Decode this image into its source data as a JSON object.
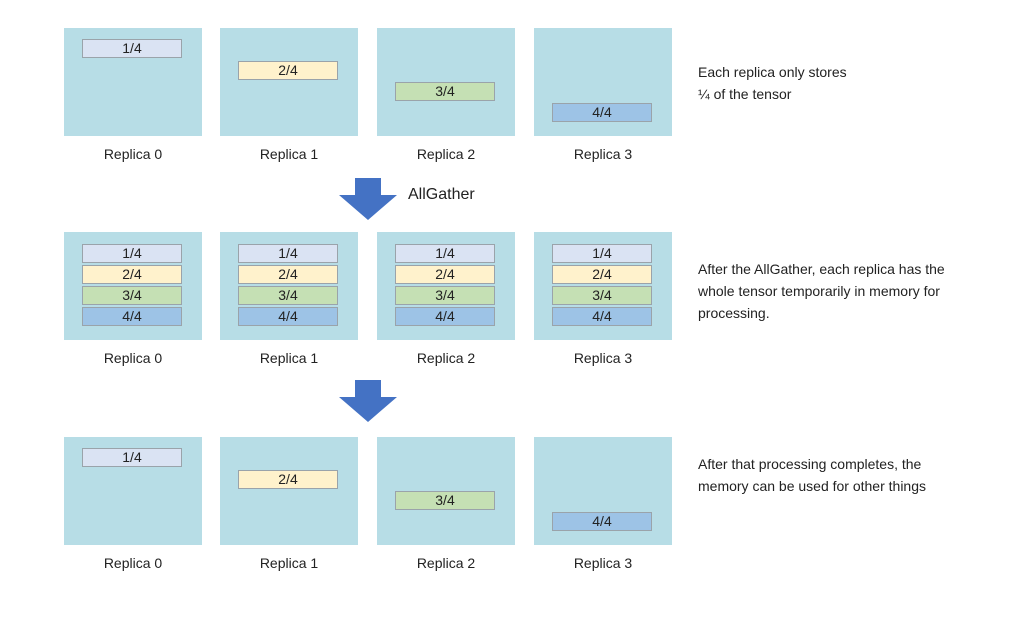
{
  "shard_labels": [
    "1/4",
    "2/4",
    "3/4",
    "4/4"
  ],
  "shard_colors": [
    "#dae3f3",
    "#fff2cc",
    "#c5e0b4",
    "#9dc3e6"
  ],
  "replica_labels": [
    "Replica 0",
    "Replica 1",
    "Replica 2",
    "Replica 3"
  ],
  "arrow1_label": "AllGather",
  "notes": {
    "stage1_line1": "Each replica only stores",
    "stage1_line2": "¼ of the tensor",
    "stage2_line1": "After the AllGather, each replica has the",
    "stage2_line2": "whole tensor temporarily in memory for",
    "stage2_line3": "processing.",
    "stage3_line1": "After that processing completes, the",
    "stage3_line2": "memory can be used for other things"
  }
}
